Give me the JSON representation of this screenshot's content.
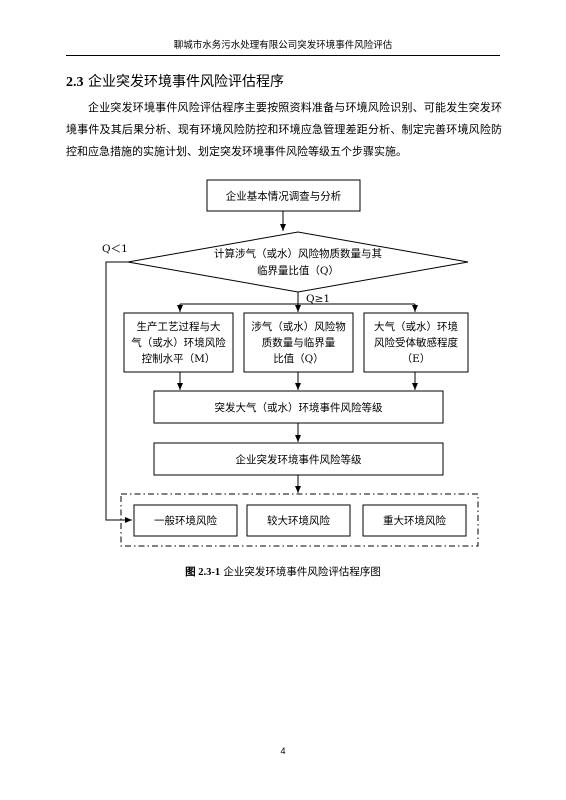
{
  "header": {
    "title": "聊城市水务污水处理有限公司突发环境事件风险评估"
  },
  "section": {
    "number": "2.3",
    "title": "企业突发环境事件风险评估程序",
    "paragraph": "企业突发环境事件风险评估程序主要按照资料准备与环境风险识别、可能发生突发环境事件及其后果分析、现有环境风险防控和环境应急管理差距分析、制定完善环境风险防控和应急措施的实施计划、划定突发环境事件风险等级五个步骤实施。"
  },
  "flowchart": {
    "start": "企业基本情况调查与分析",
    "decision_line1": "计算涉气（或水）风险物质数量与其",
    "decision_line2": "临界量比值（Q）",
    "label_lt": "Q＜1",
    "label_ge": "Q≥1",
    "factor_m": [
      "生产工艺过程与大",
      "气（或水）环境风险",
      "控制水平（M）"
    ],
    "factor_q": [
      "涉气（或水）风险物",
      "质数量与临界量",
      "比值（Q）"
    ],
    "factor_e": [
      "大气（或水）环境",
      "风险受体敏感程度",
      "（E）"
    ],
    "grade_air_water": "突发大气（或水）环境事件风险等级",
    "grade_enterprise": "企业突发环境事件风险等级",
    "levels": [
      "一般环境风险",
      "较大环境风险",
      "重大环境风险"
    ]
  },
  "caption": {
    "number": "图 2.3-1",
    "text": "企业突发环境事件风险评估程序图"
  },
  "page_number": "4"
}
